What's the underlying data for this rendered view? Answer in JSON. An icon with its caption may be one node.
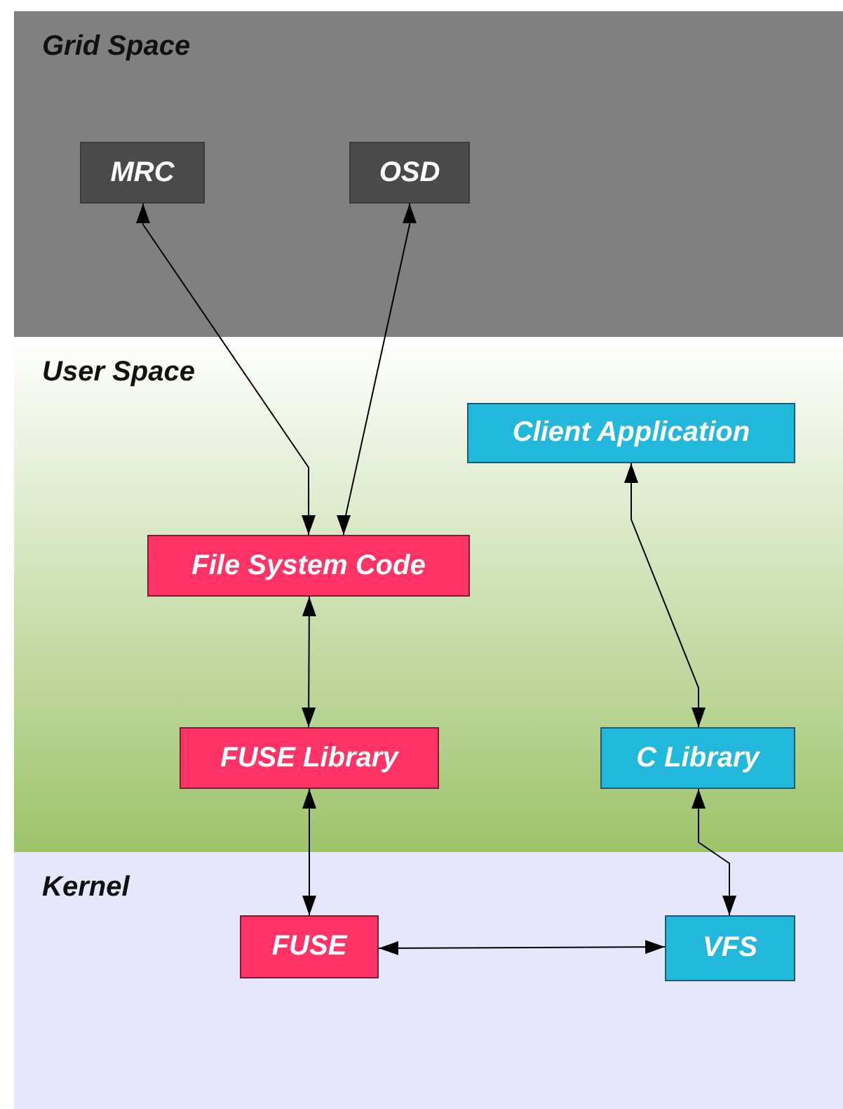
{
  "diagram": {
    "nodes": [
      {
        "text": [
          "Grid Space"
        ]
      },
      {
        "text": [
          "MRC"
        ],
        "in": 0
      },
      {
        "text": [
          "OSD"
        ],
        "in": 0
      },
      {
        "text": [
          "User Space"
        ]
      },
      {
        "text": [
          "Client Application"
        ],
        "in": 3
      },
      {
        "text": [
          "File System Code"
        ],
        "in": 3
      },
      {
        "text": [
          "FUSE Library"
        ],
        "in": 3
      },
      {
        "text": [
          "C Library"
        ],
        "in": 3
      },
      {
        "text": [
          "Kernel"
        ]
      },
      {
        "text": [
          "FUSE"
        ],
        "in": 8
      },
      {
        "text": [
          "VFS"
        ],
        "in": 8
      }
    ],
    "edges": [
      {
        "from": 1,
        "to": 5,
        "arrow": "both"
      },
      {
        "from": 2,
        "to": 5,
        "arrow": "both"
      },
      {
        "from": 5,
        "to": 6,
        "arrow": "both"
      },
      {
        "from": 4,
        "to": 7,
        "arrow": "both"
      },
      {
        "from": 6,
        "to": 9,
        "arrow": "both"
      },
      {
        "from": 7,
        "to": 10,
        "arrow": "both"
      },
      {
        "from": 9,
        "to": 10,
        "arrow": "both"
      }
    ]
  }
}
